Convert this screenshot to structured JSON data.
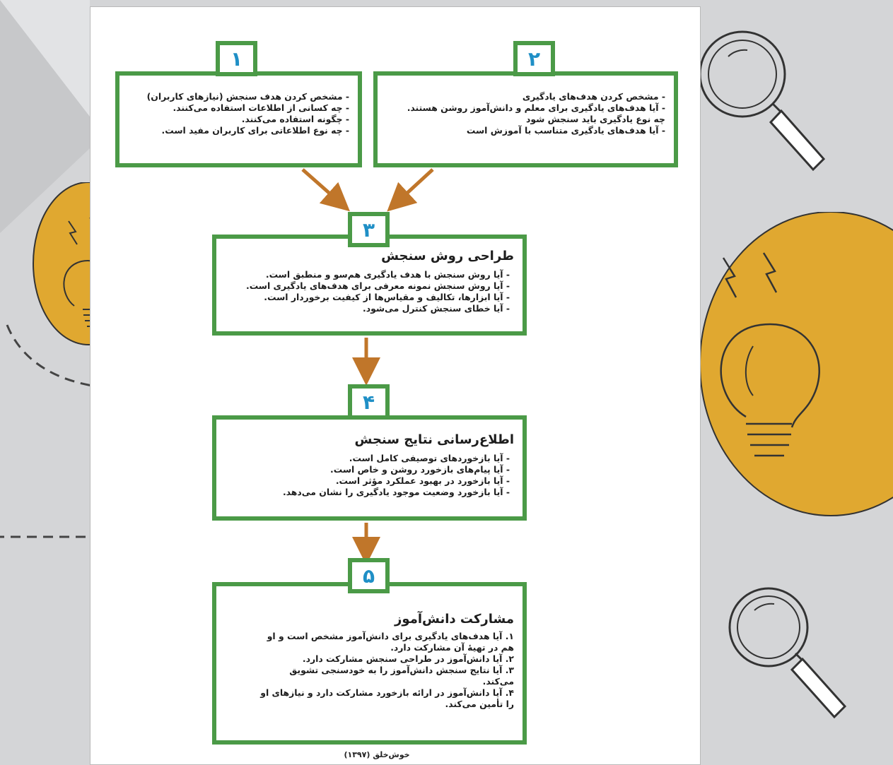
{
  "steps": [
    {
      "number": "۱",
      "title": "",
      "lines": [
        "- مشخص کردن هدف سنجش (نیازهای کاربران)",
        "- چه کسانی از اطلاعات استفاده می‌کنند.",
        "- چگونه استفاده می‌کنند.",
        "- چه نوع اطلاعاتی برای کاربران مفید است."
      ]
    },
    {
      "number": "۲",
      "title": "",
      "lines": [
        "- مشخص کردن هدف‌های یادگیری",
        "- آیا هدف‌های یادگیری برای معلم و دانش‌آموز روشن هستند.",
        "چه نوع یادگیری باید سنجش شود",
        "- آیا هدف‌های یادگیری متناسب با آموزش است"
      ]
    },
    {
      "number": "۳",
      "title": "طراحی روش سنجش",
      "lines": [
        "- آیا روش سنجش با هدف یادگیری هم‌سو و منطبق است.",
        "- آیا روش سنجش نمونه معرفی برای هدف‌های یادگیری است.",
        "- آیا ابزارها، تکالیف و مقیاس‌ها از کیفیت برخوردار است.",
        "- آیا خطای سنجش کنترل می‌شود."
      ]
    },
    {
      "number": "۴",
      "title": "اطلاع‌رسانی نتایج سنجش",
      "lines": [
        "- آیا بازخوردهای توصیفی کامل است.",
        "- آیا پیام‌های بازخورد روشن و خاص است.",
        "- آیا بازخورد در بهبود عملکرد مؤثر است.",
        "- آیا بازخورد وضعیت موجود یادگیری را نشان می‌دهد."
      ]
    },
    {
      "number": "۵",
      "title": "مشارکت دانش‌آموز",
      "lines": [
        "۱. آیا هدف‌های یادگیری برای دانش‌آموز مشخص است و او هم در تهیهٔ آن مشارکت دارد.",
        "۲. آیا دانش‌آموز در طراحی سنجش مشارکت دارد.",
        "۳. آیا نتایج سنجش دانش‌آموز را به خودسنجی تشویق می‌کند.",
        "۴. آیا دانش‌آموز در ارائه بازخورد مشارکت دارد و نیازهای او را تأمین می‌کند."
      ]
    }
  ],
  "caption": "خوش‌خلق (۱۳۹۷)",
  "colors": {
    "box_border": "#4b9a47",
    "number": "#1f8fc6",
    "arrow": "#c0762a",
    "bulb": "#e0a830"
  },
  "icons": [
    "magnifier-icon",
    "lightbulb-icon",
    "dashed-arrow"
  ]
}
